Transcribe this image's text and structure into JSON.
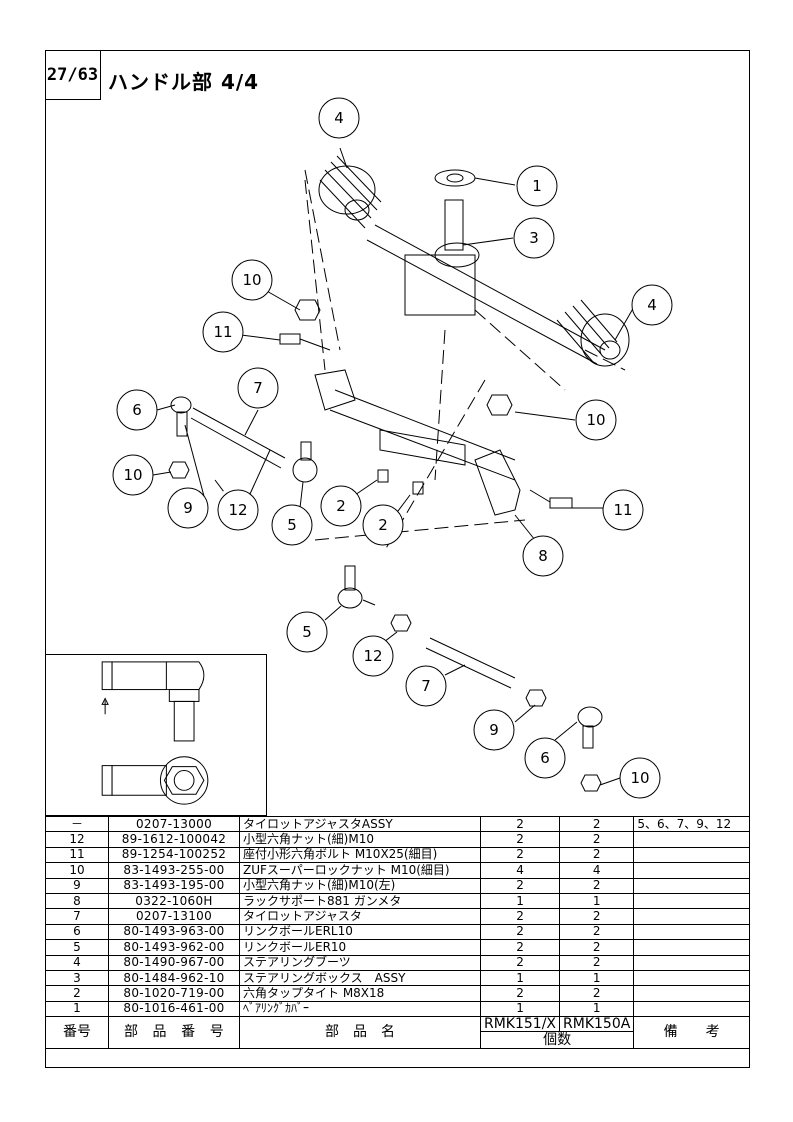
{
  "header": {
    "page": "27/63",
    "title": "ハンドル部 4/4"
  },
  "callouts": [
    "1",
    "2",
    "3",
    "4",
    "5",
    "6",
    "7",
    "8",
    "9",
    "10",
    "11",
    "12"
  ],
  "table": {
    "headers": {
      "no": "番号",
      "part_no": "部　品　番　号",
      "name": "部　品　名",
      "qty_model_1": "RMK151/X",
      "qty_model_2": "RMK150A",
      "qty_label": "個数",
      "remarks": "備　　考"
    },
    "rows": [
      {
        "no": "－",
        "part_no": "0207-13000",
        "name": "タイロットアジャスタASSY",
        "q1": "2",
        "q2": "2",
        "remarks": "5、6、7、9、12"
      },
      {
        "no": "12",
        "part_no": "89-1612-100042",
        "name": "小型六角ナット(細)M10",
        "q1": "2",
        "q2": "2",
        "remarks": ""
      },
      {
        "no": "11",
        "part_no": "89-1254-100252",
        "name": "座付小形六角ボルト M10X25(細目)",
        "q1": "2",
        "q2": "2",
        "remarks": ""
      },
      {
        "no": "10",
        "part_no": "83-1493-255-00",
        "name": "ZUFスーパーロックナット M10(細目)",
        "q1": "4",
        "q2": "4",
        "remarks": ""
      },
      {
        "no": "9",
        "part_no": "83-1493-195-00",
        "name": "小型六角ナット(細)M10(左)",
        "q1": "2",
        "q2": "2",
        "remarks": ""
      },
      {
        "no": "8",
        "part_no": "0322-1060H",
        "name": "ラックサポート881 ガンメタ",
        "q1": "1",
        "q2": "1",
        "remarks": ""
      },
      {
        "no": "7",
        "part_no": "0207-13100",
        "name": "タイロットアジャスタ",
        "q1": "2",
        "q2": "2",
        "remarks": ""
      },
      {
        "no": "6",
        "part_no": "80-1493-963-00",
        "name": "リンクボールERL10",
        "q1": "2",
        "q2": "2",
        "remarks": ""
      },
      {
        "no": "5",
        "part_no": "80-1493-962-00",
        "name": "リンクボールER10",
        "q1": "2",
        "q2": "2",
        "remarks": ""
      },
      {
        "no": "4",
        "part_no": "80-1490-967-00",
        "name": "ステアリングブーツ",
        "q1": "2",
        "q2": "2",
        "remarks": ""
      },
      {
        "no": "3",
        "part_no": "80-1484-962-10",
        "name": "ステアリングボックス　ASSY",
        "q1": "1",
        "q2": "1",
        "remarks": ""
      },
      {
        "no": "2",
        "part_no": "80-1020-719-00",
        "name": "六角タップタイト M8X18",
        "q1": "2",
        "q2": "2",
        "remarks": ""
      },
      {
        "no": "1",
        "part_no": "80-1016-461-00",
        "name": "ﾍﾞｱﾘﾝｸﾞｶﾊﾞｰ",
        "q1": "1",
        "q2": "1",
        "remarks": ""
      }
    ]
  }
}
